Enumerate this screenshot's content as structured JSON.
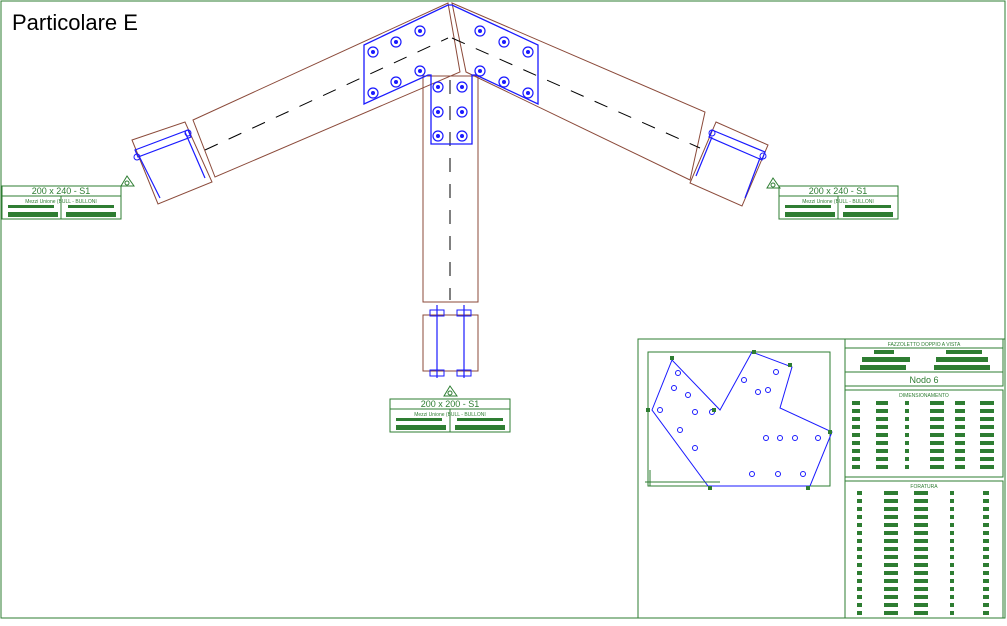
{
  "title": "Particolare E",
  "colors": {
    "frame": "#2e7d32",
    "plate": "#1a1aff",
    "member": "#8b4a3a",
    "centerline": "#000000",
    "fill": "#2e7d32"
  },
  "labels": {
    "left": {
      "section": "200 x 240 - S1",
      "sub": "Mezzi Unione (BULL - BULLONI"
    },
    "right": {
      "section": "200 x 240 - S1",
      "sub": "Mezzi Unione (BULL - BULLONI"
    },
    "bottom": {
      "section": "200 x 200 - S1",
      "sub": "Mezzi Unione (BULL - BULLONI"
    }
  },
  "panel": {
    "header_caption": "FAZZOLETTO DOPPIO A VISTA",
    "node_label": "Nodo 6",
    "dimension_caption": "DIMENSIONAMENTO",
    "drilling_caption": "FORATURA"
  }
}
